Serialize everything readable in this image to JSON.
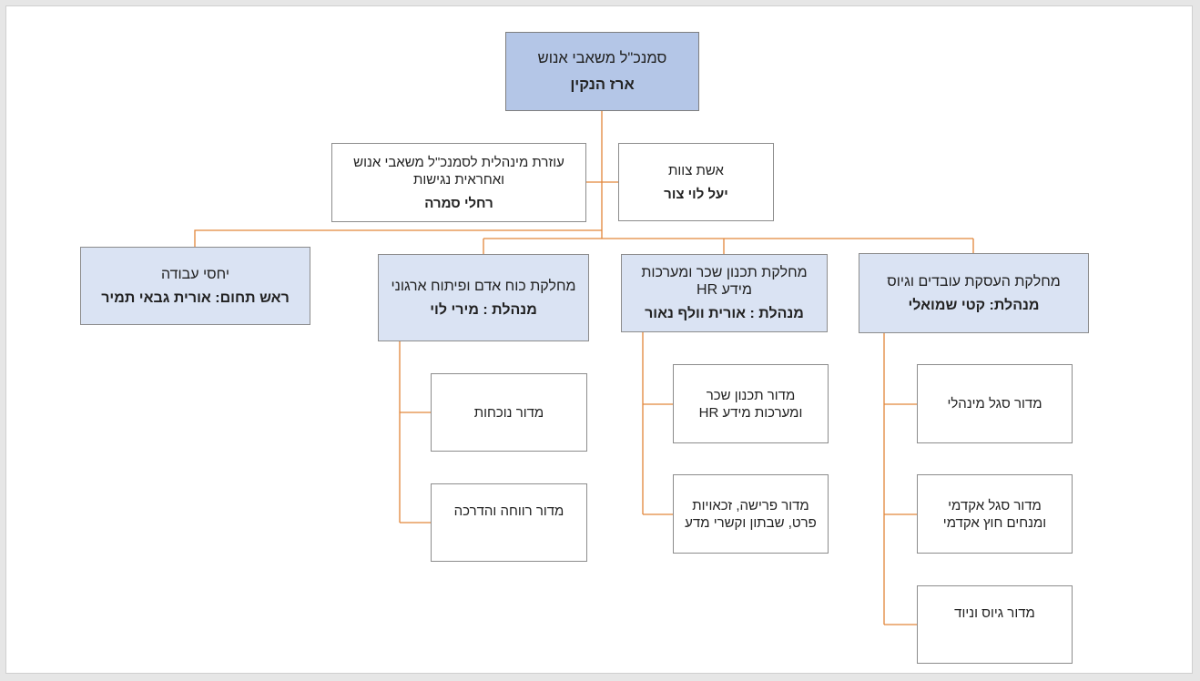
{
  "colors": {
    "connector": "#e2863a",
    "top_fill": "#b4c6e7",
    "dept_fill": "#dae3f3"
  },
  "ceo": {
    "title": "סמנכ\"ל משאבי אנוש",
    "name": "ארז הנקין"
  },
  "assistant": {
    "title": "עוזרת מינהלית לסמנכ\"ל משאבי אנוש ואחראית נגישות",
    "name": "רחלי סמרה"
  },
  "staff_officer": {
    "title": "אשת צוות",
    "name": "יעל לוי צור"
  },
  "departments": {
    "labor_relations": {
      "title": "יחסי עבודה",
      "name": "ראש תחום: אורית גבאי תמיר"
    },
    "hr_development": {
      "title": "מחלקת כוח אדם ופיתוח ארגוני",
      "name": "מנהלת : מירי לוי"
    },
    "compensation": {
      "title": "מחלקת תכנון שכר ומערכות מידע HR",
      "name": "מנהלת : אורית וולף נאור"
    },
    "employment": {
      "title": "מחלקת העסקת עובדים וגיוס",
      "name": "מנהלת: קטי שמואלי"
    }
  },
  "units": {
    "attendance": "מדור נוכחות",
    "welfare": "מדור רווחה והדרכה",
    "payroll_systems": "מדור תכנון שכר ומערכות מידע HR",
    "retirement": "מדור פרישה, זכאויות פרט, שבתון וקשרי מדע",
    "admin_staff": "מדור סגל מינהלי",
    "academic_staff": "מדור סגל אקדמי ומנחים חוץ אקדמי",
    "recruitment": "מדור גיוס וניוד"
  }
}
